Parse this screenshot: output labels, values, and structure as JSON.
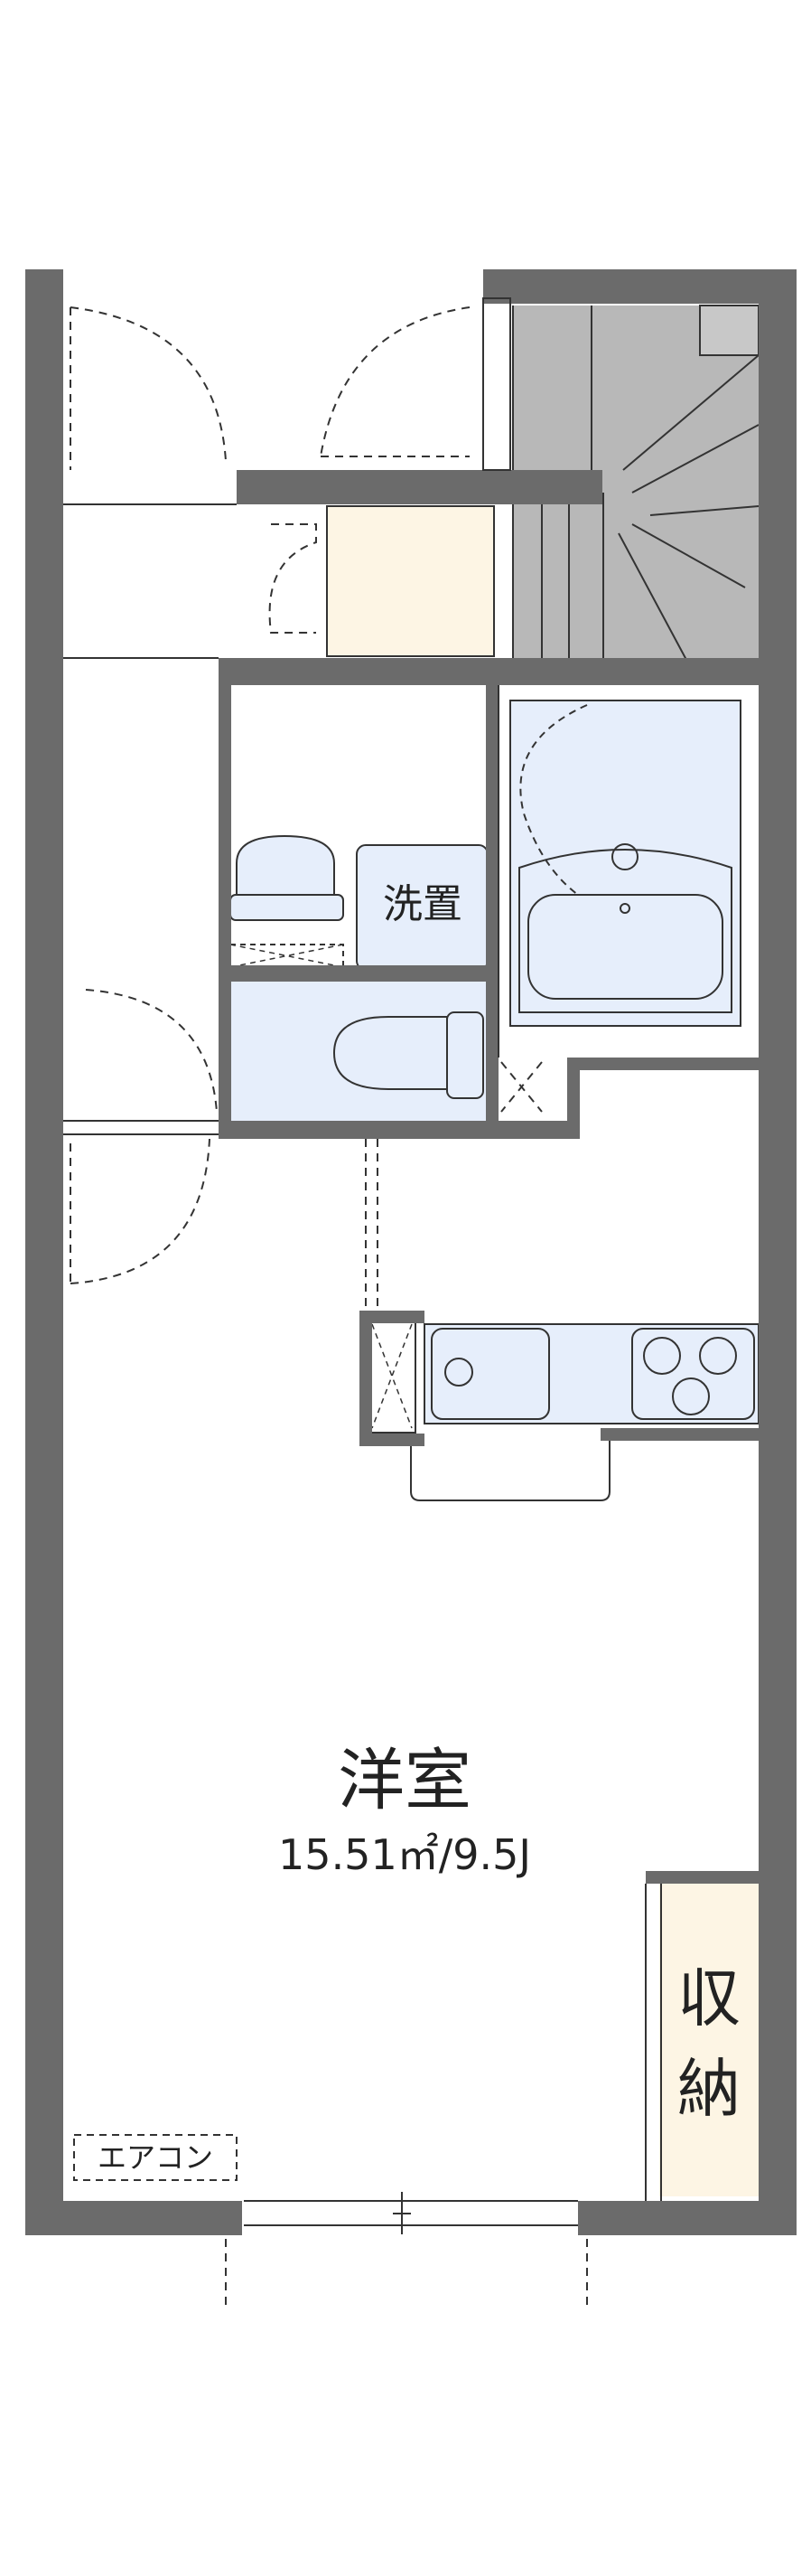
{
  "labels": {
    "washer": "洗置",
    "room_name": "洋室",
    "room_area": "15.51㎡/9.5J",
    "storage_1": "収",
    "storage_2": "納",
    "aircon": "エアコン"
  },
  "colors": {
    "wall": "#6b6b6b",
    "bath_fill": "#e6eefb",
    "storage_fill": "#fdf5e4",
    "stair_fill": "#b8b8b8",
    "line": "#333333",
    "background": "#ffffff"
  }
}
